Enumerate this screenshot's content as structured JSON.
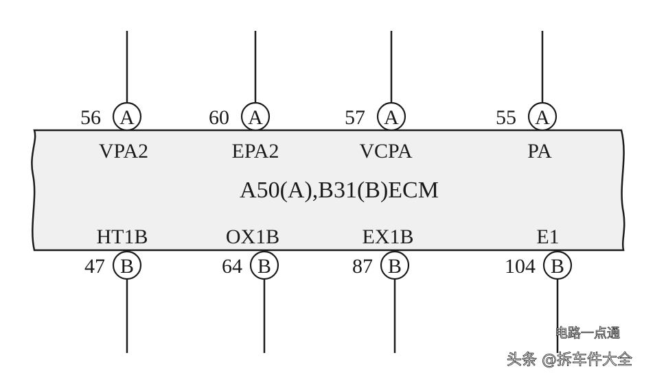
{
  "connector": {
    "title": "A50(A),B31(B)ECM",
    "fill_color": "#f0f0f0",
    "line_color": "#1a1a1a"
  },
  "top_pins": [
    {
      "number": "56",
      "connector": "A",
      "signal": "VPA2"
    },
    {
      "number": "60",
      "connector": "A",
      "signal": "EPA2"
    },
    {
      "number": "57",
      "connector": "A",
      "signal": "VCPA"
    },
    {
      "number": "55",
      "connector": "A",
      "signal": "PA"
    }
  ],
  "bottom_pins": [
    {
      "number": "47",
      "connector": "B",
      "signal": "HT1B"
    },
    {
      "number": "64",
      "connector": "B",
      "signal": "OX1B"
    },
    {
      "number": "87",
      "connector": "B",
      "signal": "EX1B"
    },
    {
      "number": "104",
      "connector": "B",
      "signal": "E1"
    }
  ],
  "watermark": {
    "line1": "电路一点通",
    "line2": "头条 @拆车件大全"
  }
}
